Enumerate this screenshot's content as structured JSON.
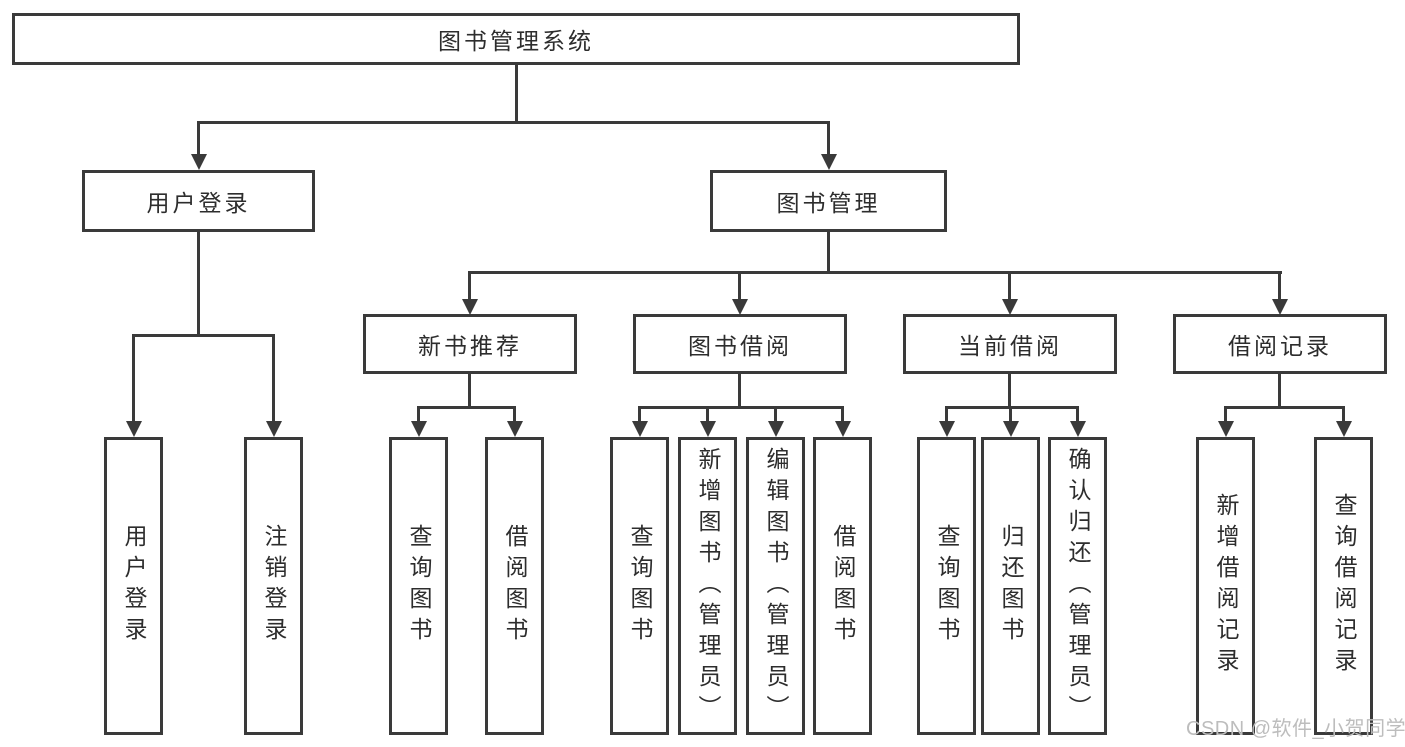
{
  "tree": {
    "root": "图书管理系统",
    "branches": [
      {
        "label": "用户登录",
        "children": [
          "用户登录",
          "注销登录"
        ]
      },
      {
        "label": "图书管理",
        "sections": [
          {
            "label": "新书推荐",
            "children": [
              "查询图书",
              "借阅图书"
            ]
          },
          {
            "label": "图书借阅",
            "children": [
              "查询图书",
              "新增图书（管理员）",
              "编辑图书（管理员）",
              "借阅图书"
            ]
          },
          {
            "label": "当前借阅",
            "children": [
              "查询图书",
              "归还图书",
              "确认归还（管理员）"
            ]
          },
          {
            "label": "借阅记录",
            "children": [
              "新增借阅记录",
              "查询借阅记录"
            ]
          }
        ]
      }
    ]
  },
  "watermark": {
    "text": "CSDN @软件_小贺同学"
  },
  "colors": {
    "line": "#3a3a3a",
    "text": "#2d2d2d",
    "watermark": "#bdbdbd",
    "background": "#ffffff"
  }
}
